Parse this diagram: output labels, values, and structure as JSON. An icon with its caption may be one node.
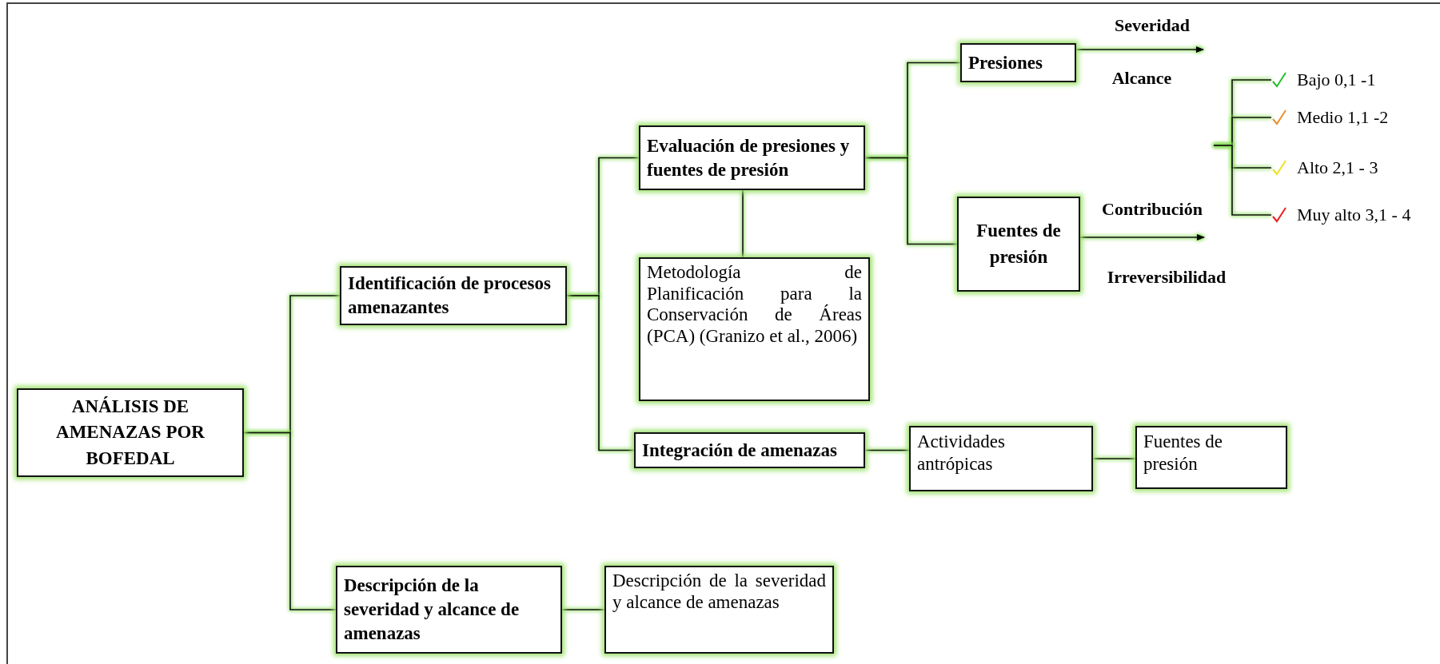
{
  "diagram": {
    "nodes": [
      {
        "text": [
          "ANÁLISIS DE AMENAZAS POR BOFEDAL"
        ]
      },
      {
        "text": [
          "Identificación de procesos amenazantes"
        ]
      },
      {
        "text": [
          "Descripción de la severidad y alcance de amenazas"
        ]
      },
      {
        "text": [
          "Evaluación de presiones y fuentes de presión"
        ]
      },
      {
        "text": [
          "Metodología de Planificación para la Conservación de Áreas (PCA) (Granizo et al., 2006)"
        ]
      },
      {
        "text": [
          "Integración de amenazas"
        ]
      },
      {
        "text": [
          "Actividades antrópicas"
        ]
      },
      {
        "text": [
          "Fuentes de presión"
        ]
      },
      {
        "text": [
          "Presiones"
        ]
      },
      {
        "text": [
          "Fuentes de presión"
        ]
      },
      {
        "text": [
          "Descripción de la severidad y alcance de amenazas"
        ]
      },
      {
        "text": [
          "Bajo 0,1 -1"
        ]
      },
      {
        "text": [
          "Medio 1,1 -2"
        ]
      },
      {
        "text": [
          "Alto 2,1 - 3"
        ]
      },
      {
        "text": [
          "Muy alto 3,1 - 4"
        ]
      }
    ],
    "edges": [
      {
        "from": 0,
        "to": 1,
        "arrow": "none"
      },
      {
        "from": 0,
        "to": 2,
        "arrow": "none"
      },
      {
        "from": 1,
        "to": 3,
        "arrow": "none"
      },
      {
        "from": 1,
        "to": 5,
        "arrow": "none"
      },
      {
        "from": 3,
        "to": 4,
        "arrow": "none"
      },
      {
        "from": 3,
        "to": 8,
        "arrow": "none"
      },
      {
        "from": 3,
        "to": 9,
        "arrow": "none"
      },
      {
        "from": 5,
        "to": 6,
        "arrow": "none"
      },
      {
        "from": 6,
        "to": 7,
        "arrow": "none"
      },
      {
        "from": 2,
        "to": 10,
        "arrow": "none"
      },
      {
        "from": 8,
        "to": null,
        "arrow": "to",
        "label": "Severidad"
      },
      {
        "from": 9,
        "to": null,
        "arrow": "to",
        "label": "Contribución"
      },
      {
        "from": null,
        "to": 11,
        "arrow": "none"
      },
      {
        "from": null,
        "to": 12,
        "arrow": "none"
      },
      {
        "from": null,
        "to": 13,
        "arrow": "none"
      },
      {
        "from": null,
        "to": 14,
        "arrow": "none"
      }
    ],
    "labels": [
      "Alcance",
      "Irreversibilidad"
    ]
  }
}
